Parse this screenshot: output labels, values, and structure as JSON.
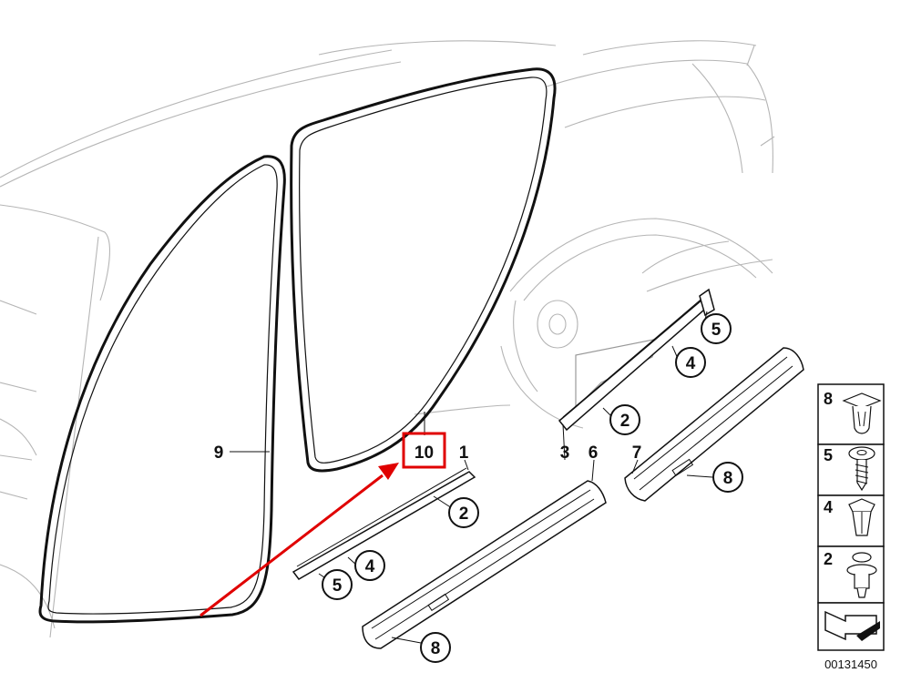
{
  "labels": {
    "seal_front": "9",
    "seal_rear": "10",
    "trim_strip": "1",
    "trim_strip_rear": "3",
    "sill_front": "6",
    "sill_rear": "7"
  },
  "callouts": {
    "front_clip_2": "2",
    "front_clip_4": "4",
    "front_screw_5": "5",
    "front_cap_8": "8",
    "rear_screw_5": "5",
    "rear_clip_4": "4",
    "rear_clip_2": "2",
    "rear_cap_8": "8"
  },
  "legend": {
    "items": [
      {
        "label": "8",
        "icon": "clip-nut-icon"
      },
      {
        "label": "5",
        "icon": "screw-icon"
      },
      {
        "label": "4",
        "icon": "expanding-nut-icon"
      },
      {
        "label": "2",
        "icon": "push-clip-icon"
      }
    ],
    "nav_icon": "arrow-left-icon"
  },
  "reference_number": "00131450",
  "colors": {
    "highlight": "#e00000",
    "line": "#111111",
    "ghost": "#b5b5b5"
  }
}
